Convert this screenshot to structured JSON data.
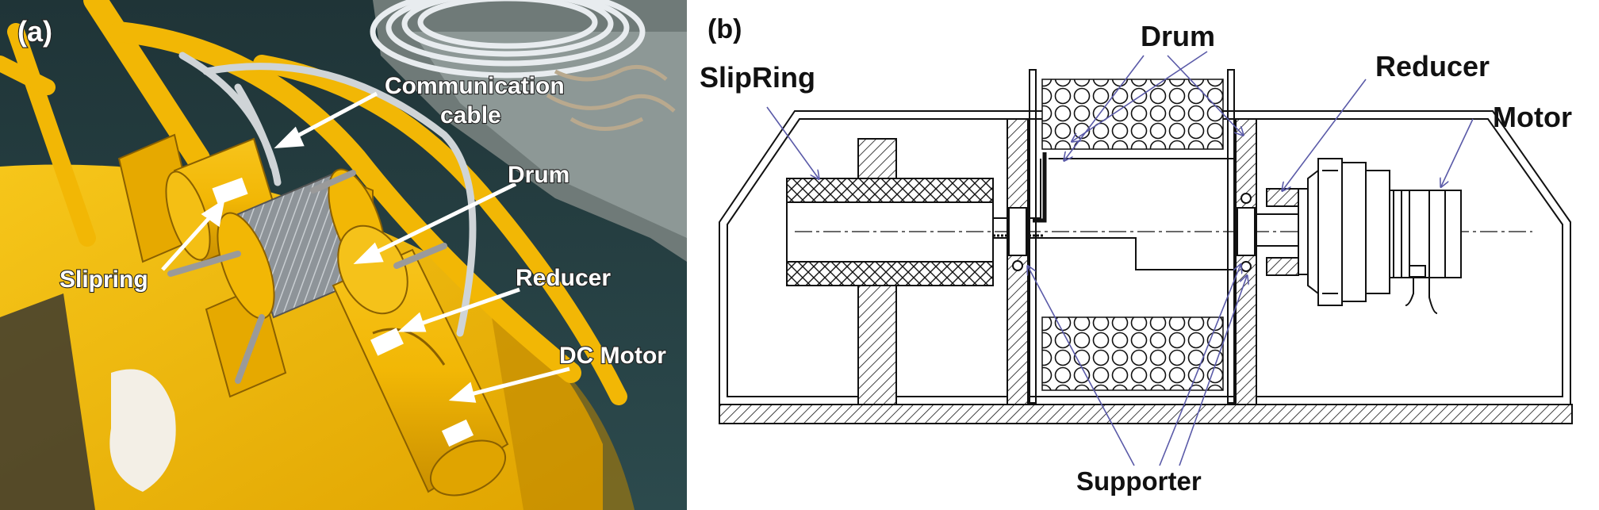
{
  "panel_a": {
    "tag": "(a)",
    "labels": {
      "communication_cable_line1": "Communication",
      "communication_cable_line2": "cable",
      "drum": "Drum",
      "slipring": "Slipring",
      "reducer": "Reducer",
      "dc_motor": "DC Motor"
    }
  },
  "panel_b": {
    "tag": "(b)",
    "labels": {
      "slipring": "SlipRing",
      "drum": "Drum",
      "reducer": "Reducer",
      "motor": "Motor",
      "supporter": "Supporter"
    }
  },
  "colors": {
    "buoy_yellow": "#f2b705",
    "sea_dark": "#233a3f",
    "leader_blue": "#5a5aa8",
    "line_black": "#111111"
  }
}
